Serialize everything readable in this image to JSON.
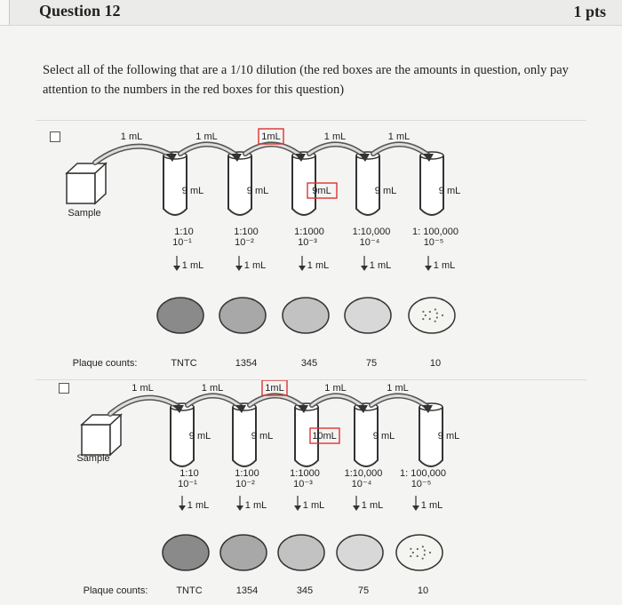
{
  "question": {
    "title": "Question 12",
    "points": "1 pts"
  },
  "prompt": "Select all of the following that are a 1/10 dilution (the red boxes are the amounts in question, only pay attention to the numbers in the red boxes for this question)",
  "options": [
    {
      "sample_label": "Sample",
      "transfer_labels": [
        "1 mL",
        "1 mL",
        "1mL",
        "1 mL",
        "1 mL"
      ],
      "diluent_labels": [
        "9 mL",
        "9 mL",
        "9mL",
        "9 mL",
        "9 mL"
      ],
      "ratios": [
        "1:10",
        "1:100",
        "1:1000",
        "1:10,000",
        "1: 100,000"
      ],
      "powers": [
        "10⁻¹",
        "10⁻²",
        "10⁻³",
        "10⁻⁴",
        "10⁻⁵"
      ],
      "plate_volumes": [
        "1 mL",
        "1 mL",
        "1 mL",
        "1 mL",
        "1 mL"
      ],
      "plaque_label": "Plaque counts:",
      "plaque_counts": [
        "TNTC",
        "1354",
        "345",
        "75",
        "10"
      ]
    },
    {
      "sample_label": "Sample",
      "transfer_labels": [
        "1 mL",
        "1 mL",
        "1mL",
        "1 mL",
        "1 mL"
      ],
      "diluent_labels": [
        "9 mL",
        "9 mL",
        "10mL",
        "9 mL",
        "9 mL"
      ],
      "ratios": [
        "1:10",
        "1:100",
        "1:1000",
        "1:10,000",
        "1: 100,000"
      ],
      "powers": [
        "10⁻¹",
        "10⁻²",
        "10⁻³",
        "10⁻⁴",
        "10⁻⁵"
      ],
      "plate_volumes": [
        "1 mL",
        "1 mL",
        "1 mL",
        "1 mL",
        "1 mL"
      ],
      "plaque_label": "Plaque counts:",
      "plaque_counts": [
        "TNTC",
        "1354",
        "345",
        "75",
        "10"
      ]
    }
  ]
}
